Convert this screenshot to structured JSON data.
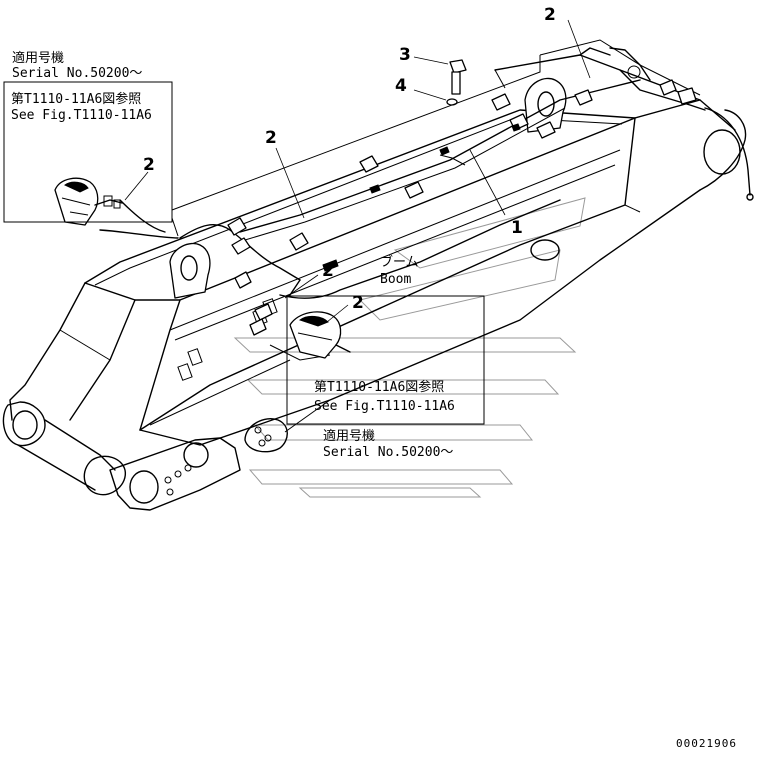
{
  "diagram": {
    "callouts": {
      "c1": "1",
      "c2a": "2",
      "c2b": "2",
      "c2c": "2",
      "c2d": "2",
      "c2e": "2",
      "c3": "3",
      "c4": "4"
    },
    "notes": {
      "top_left": {
        "line1": "適用号機",
        "line2": "Serial No.50200～",
        "ref_line1": "第T1110-11A6図参照",
        "ref_line2": "See Fig.T1110-11A6"
      },
      "center": {
        "boom_jp": "ブーム",
        "boom_en": "Boom",
        "ref_line1": "第T1110-11A6図参照",
        "ref_line2": "See Fig.T1110-11A6",
        "serial_line1": "適用号機",
        "serial_line2": "Serial No.50200～"
      }
    },
    "drawing_number": "00021906"
  }
}
